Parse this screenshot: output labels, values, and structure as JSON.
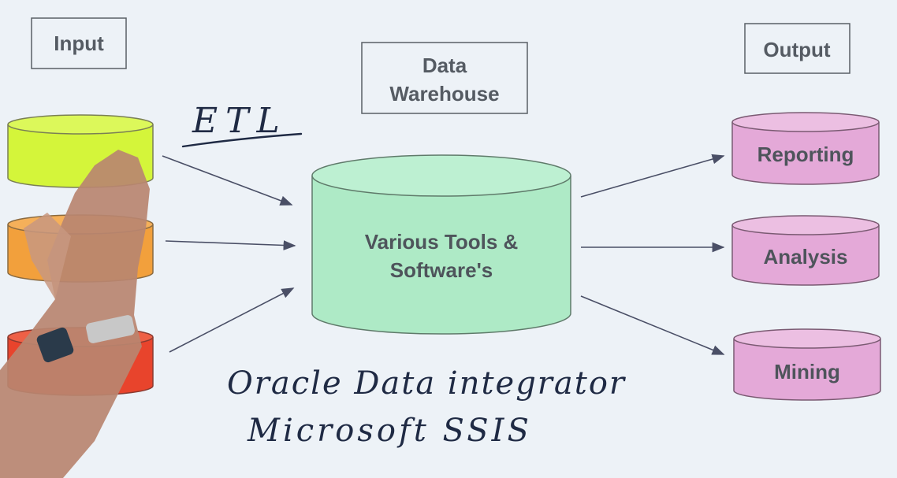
{
  "headers": {
    "input": "Input",
    "warehouse_line1": "Data",
    "warehouse_line2": "Warehouse",
    "output": "Output"
  },
  "handwritten": {
    "etl": "ETL",
    "line1": "Oracle Data integrator",
    "line2": "Microsoft SSIS"
  },
  "warehouse": {
    "line1": "Various Tools &",
    "line2": "Software's"
  },
  "outputs": [
    {
      "label": "Reporting"
    },
    {
      "label": "Analysis"
    },
    {
      "label": "Mining"
    }
  ],
  "colors": {
    "input_top": "#d4f53a",
    "input_mid": "#f2a03c",
    "input_bottom": "#e8442c",
    "warehouse": "#aeeac6",
    "output": "#e4a9d8",
    "arrow": "#4a4f66",
    "ink": "#1f2a44"
  }
}
